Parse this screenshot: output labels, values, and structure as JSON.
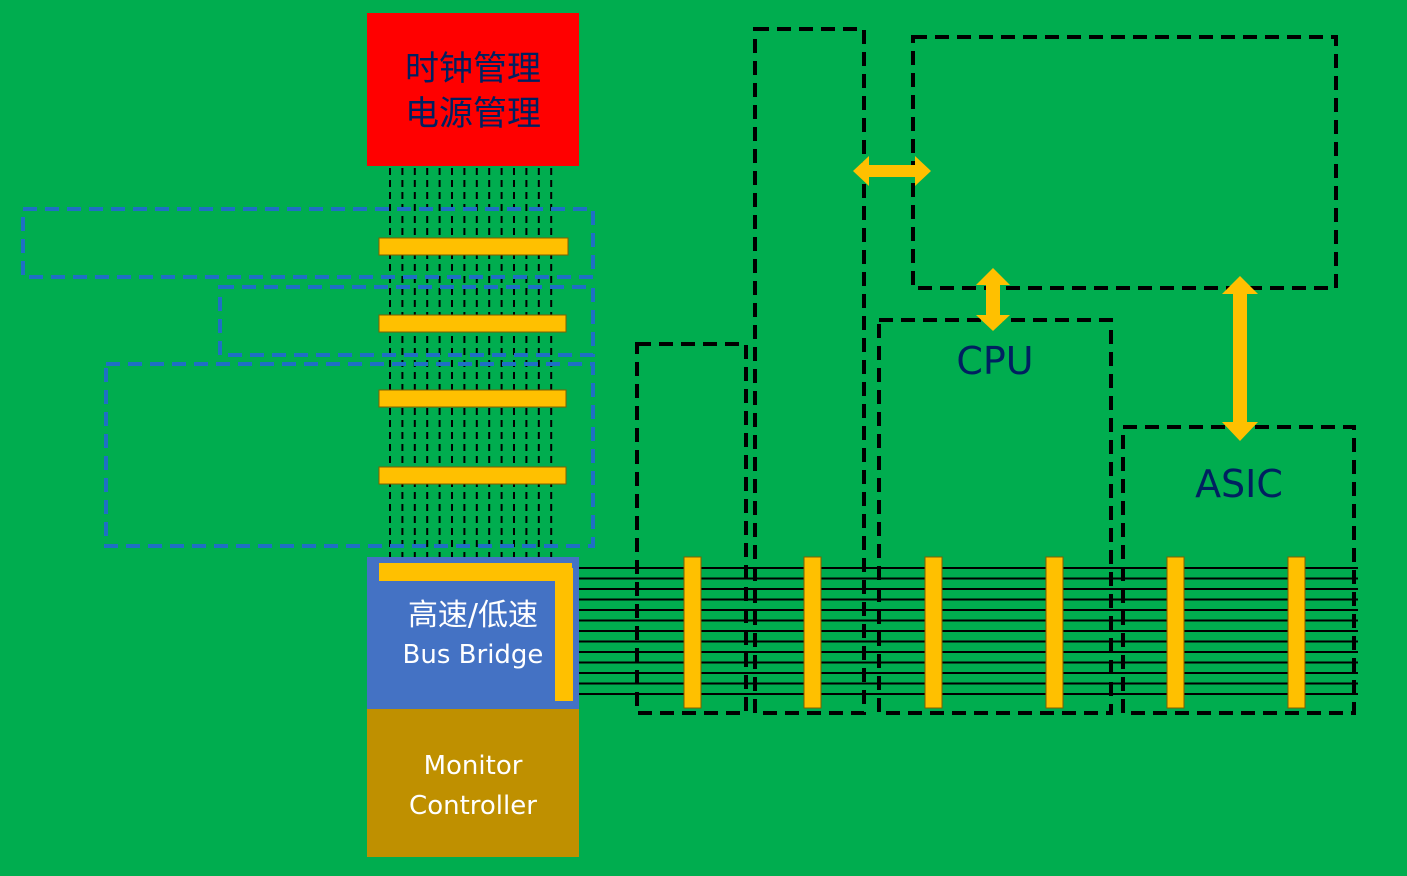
{
  "colors": {
    "background": "#00AD4F",
    "clock_power_block": "#FF0000",
    "bus_bridge_block": "#4472C4",
    "monitor_block": "#BF9000",
    "bus_bar": "#FFC000",
    "dashed_black": "#000000",
    "dashed_blue": "#1F6FC5",
    "label_dark": "#002060",
    "label_light": "#FFFFFF"
  },
  "clock_power": {
    "line1": "时钟管理",
    "line2": "电源管理"
  },
  "bus_bridge": {
    "line1": "高速/低速",
    "line2": "Bus Bridge"
  },
  "monitor": {
    "line1": "Monitor",
    "line2": "Controller"
  },
  "blocks": {
    "cpu": "CPU",
    "asic": "ASIC"
  }
}
